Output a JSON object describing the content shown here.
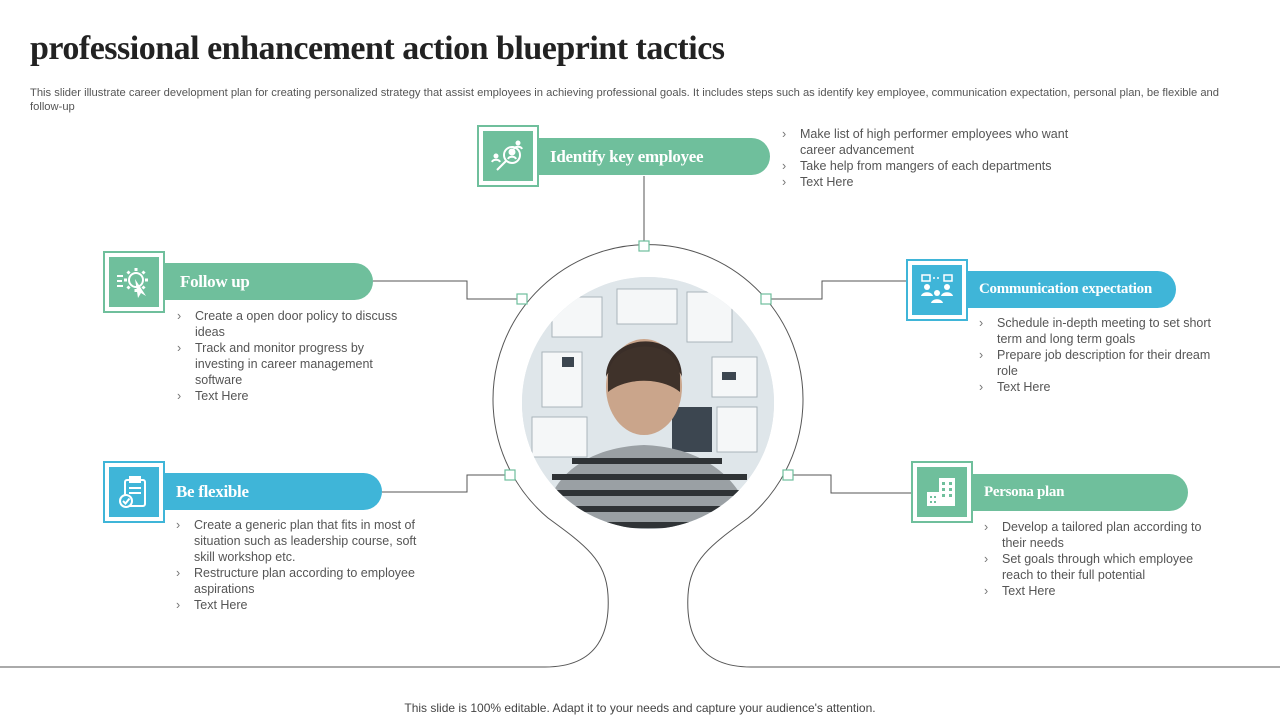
{
  "title": "professional enhancement action blueprint tactics",
  "subtitle": "This slider illustrate career development plan for creating personalized strategy that assist employees in achieving professional goals. It includes steps such as identify key employee, communication expectation, personal plan, be flexible and follow-up",
  "colors": {
    "green": "#6fbf9c",
    "blue": "#3fb5d8"
  },
  "steps": {
    "identify": {
      "label": "Identify key employee",
      "icon": "search-people-icon",
      "bullets": [
        "Make list of high performer  employees who want career advancement",
        "Take help from mangers of each departments",
        "Text Here"
      ]
    },
    "communication": {
      "label": "Communication expectation",
      "icon": "team-communication-icon",
      "bullets": [
        "Schedule in-depth meeting to set short term and long term goals",
        "Prepare job description for their dream role",
        "Text Here"
      ]
    },
    "persona": {
      "label": "Persona plan",
      "icon": "buildings-icon",
      "bullets": [
        "Develop  a tailored plan according to their needs",
        "Set goals through which employee reach to their full potential",
        "Text Here"
      ]
    },
    "flexible": {
      "label": "Be flexible",
      "icon": "clipboard-check-icon",
      "bullets": [
        "Create a generic  plan that fits in most of situation such as leadership course, soft skill workshop etc.",
        "Restructure plan according to employee aspirations",
        "Text Here"
      ]
    },
    "followup": {
      "label": "Follow up",
      "icon": "gear-cursor-icon",
      "bullets": [
        "Create a open door policy to discuss ideas",
        "Track and monitor progress by investing in career management software",
        "Text Here"
      ]
    }
  },
  "footer": "This slide is 100% editable. Adapt it to your needs and capture your audience's attention."
}
